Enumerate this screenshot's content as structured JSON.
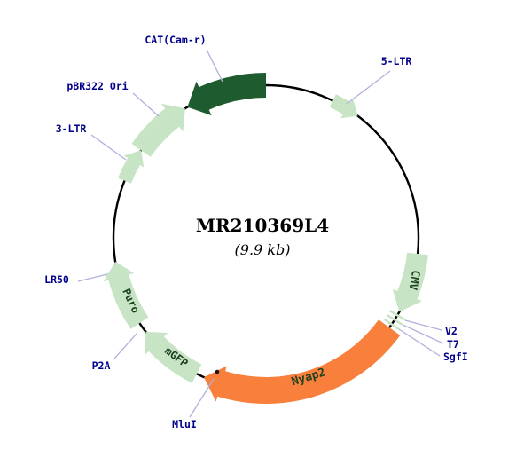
{
  "center": {
    "title": "MR210369L4",
    "size_label": "(9.9 kb)"
  },
  "features": {
    "cat": "CAT(Cam-r)",
    "pbr322": "pBR322 Ori",
    "ltr3": "3-LTR",
    "ltr5": "5-LTR",
    "cmv": "CMV",
    "v2": "V2",
    "t7": "T7",
    "sgfi": "SgfI",
    "nyap2": "Nyap2",
    "mlui": "MluI",
    "mgfp": "mGFP",
    "p2a": "P2A",
    "puro": "Puro",
    "lr50": "LR50"
  },
  "colors": {
    "backbone": "#000000",
    "dark_green": "#1e5b2f",
    "light_green": "#c7e4c4",
    "orange": "#f9803c",
    "label_blue": "#00008b",
    "feature_label": "#1c4220",
    "leader": "#b0b0dd",
    "site_dot": "#1a1a1a",
    "title_color": "#000000"
  }
}
